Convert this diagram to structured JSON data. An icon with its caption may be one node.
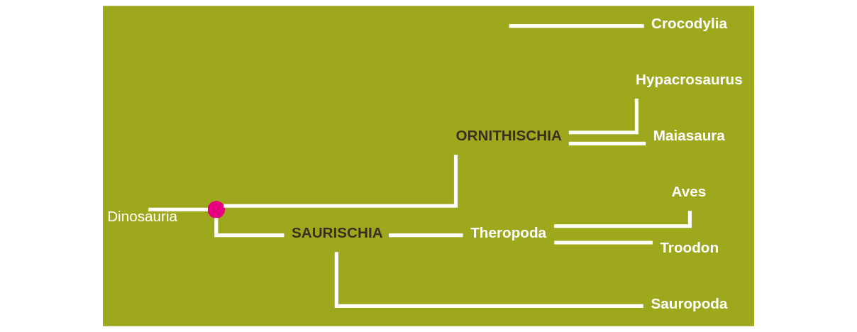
{
  "diagram": {
    "nodes": [
      {
        "text": [],
        "shape": "circle"
      },
      {
        "text": [
          "ORNITHISCHIA"
        ]
      },
      {
        "text": [
          "SAURISCHIA"
        ]
      },
      {
        "text": [
          "Theropoda"
        ]
      },
      {
        "text": [
          "Hypacrosaurus"
        ]
      },
      {
        "text": [
          "Maiasaura"
        ]
      },
      {
        "text": [
          "Aves"
        ]
      },
      {
        "text": [
          "Troodon"
        ]
      },
      {
        "text": [
          "Sauropoda"
        ]
      },
      {
        "text": [
          "Crocodylia"
        ]
      }
    ],
    "edges": [
      {
        "from": null,
        "to": 0,
        "arrow": "none",
        "label": "Dinosauria"
      },
      {
        "from": null,
        "to": 9,
        "arrow": "none"
      },
      {
        "from": 0,
        "to": 1,
        "arrow": "none"
      },
      {
        "from": 0,
        "to": 2,
        "arrow": "none"
      },
      {
        "from": 1,
        "to": 4,
        "arrow": "none"
      },
      {
        "from": 1,
        "to": 5,
        "arrow": "none"
      },
      {
        "from": 2,
        "to": 3,
        "arrow": "none"
      },
      {
        "from": 2,
        "to": 8,
        "arrow": "none"
      },
      {
        "from": 3,
        "to": 6,
        "arrow": "none"
      },
      {
        "from": 3,
        "to": 7,
        "arrow": "none"
      }
    ]
  }
}
